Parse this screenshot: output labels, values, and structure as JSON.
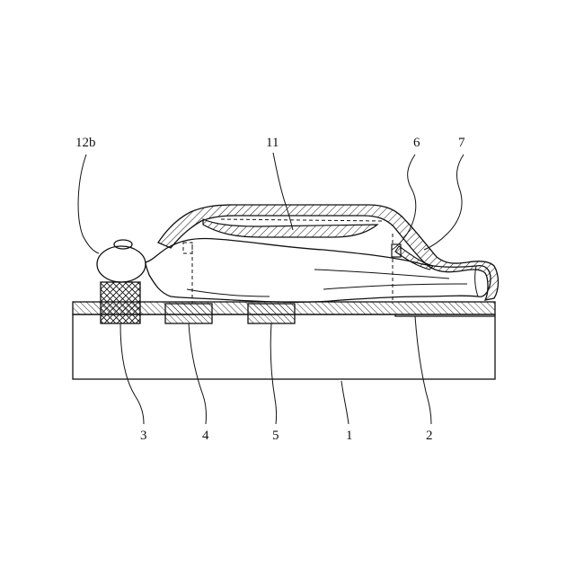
{
  "labels": {
    "l12b": "12b",
    "l11": "11",
    "l6": "6",
    "l7": "7",
    "l3": "3",
    "l4": "4",
    "l5": "5",
    "l1": "1",
    "l2": "2"
  }
}
